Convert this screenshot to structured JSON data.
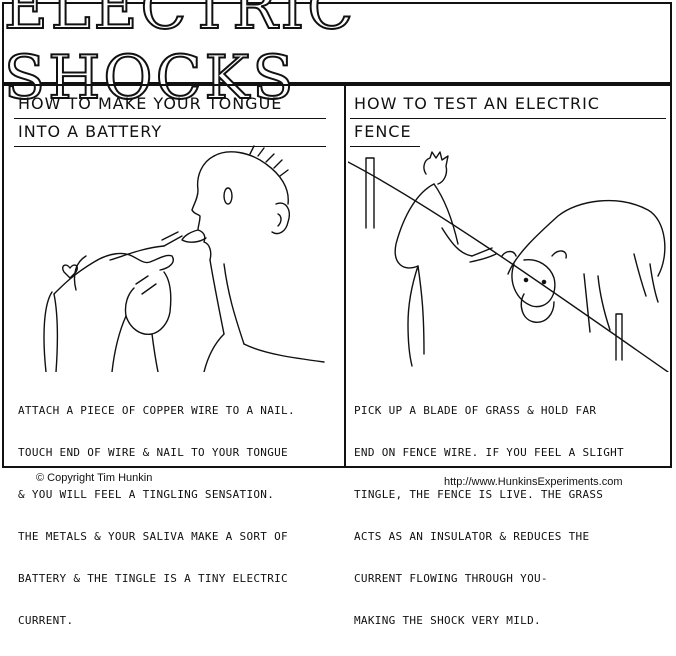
{
  "title": "ELECTRIC SHOCKS",
  "left_panel": {
    "heading_line1": "HOW TO MAKE YOUR TONGUE",
    "heading_line2": "INTO A BATTERY",
    "caption_lines": [
      "ATTACH A PIECE OF COPPER WIRE TO A NAIL.",
      "TOUCH END OF WIRE & NAIL TO YOUR TONGUE",
      "& YOU WILL FEEL A TINGLING SENSATION.",
      "THE METALS & YOUR SALIVA MAKE A SORT OF",
      "BATTERY & THE TINGLE IS A TINY ELECTRIC",
      "CURRENT."
    ]
  },
  "right_panel": {
    "heading_line1": "HOW TO TEST AN ELECTRIC",
    "heading_line2": "FENCE",
    "caption_lines": [
      "PICK UP A BLADE OF GRASS & HOLD FAR",
      "END ON FENCE WIRE. IF YOU FEEL A SLIGHT",
      "TINGLE, THE FENCE IS LIVE. THE GRASS",
      "ACTS AS AN INSULATOR & REDUCES THE",
      "CURRENT FLOWING THROUGH YOU-",
      "MAKING THE SHOCK VERY MILD."
    ]
  },
  "footer": {
    "copyright": "© Copyright Tim Hunkin",
    "url": "http://www.HunkinsExperiments.com"
  }
}
